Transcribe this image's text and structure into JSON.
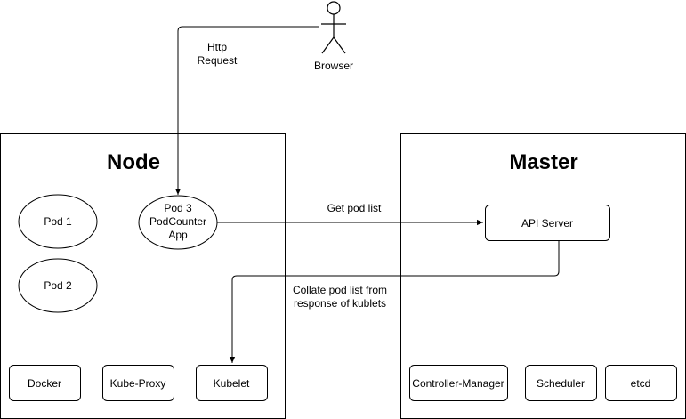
{
  "actor": {
    "label": "Browser"
  },
  "node": {
    "title": "Node",
    "pods": [
      "Pod 1",
      "Pod 2"
    ],
    "app_pod": [
      "Pod 3",
      "PodCounter",
      "App"
    ],
    "components": [
      "Docker",
      "Kube-Proxy",
      "Kubelet"
    ]
  },
  "master": {
    "title": "Master",
    "api_server": "API Server",
    "components": [
      "Controller-Manager",
      "Scheduler",
      "etcd"
    ]
  },
  "edges": {
    "http_request": [
      "Http",
      "Request"
    ],
    "get_pod_list": "Get pod list",
    "collate": [
      "Collate pod list from",
      "response of  kublets"
    ]
  }
}
